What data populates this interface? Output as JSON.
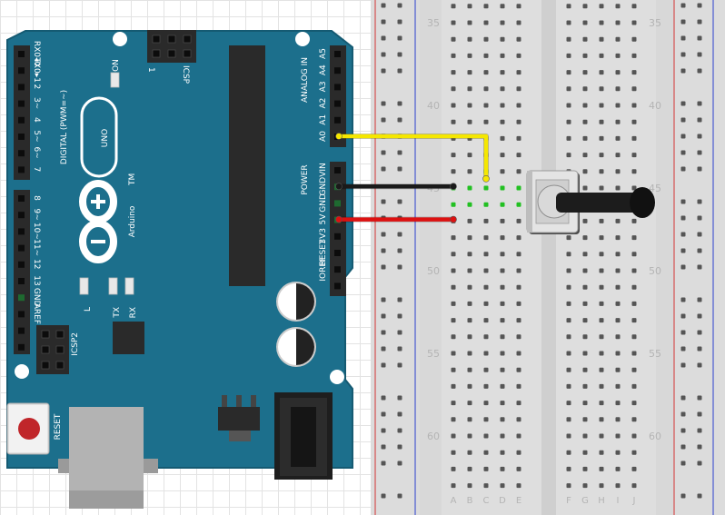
{
  "board": {
    "brand": "Arduino",
    "trademark": "TM",
    "model": "UNO",
    "digital_label": "DIGITAL (PWM=~)",
    "analog_label": "ANALOG IN",
    "power_label": "POWER",
    "icsp_label": "ICSP",
    "icsp2_label": "ICSP2",
    "reset_label": "RESET",
    "on_label": "ON",
    "led_l": "L",
    "led_tx": "TX",
    "led_rx": "RX",
    "icsp_pin1": "1",
    "digital_pins": [
      "RX0◂0",
      "TX0▸1",
      "2",
      "3~",
      "4",
      "5~",
      "6~",
      "7",
      "8",
      "9~",
      "10~",
      "11~",
      "12",
      "13",
      "GND",
      "AREF"
    ],
    "analog_pins": [
      "A5",
      "A4",
      "A3",
      "A2",
      "A1",
      "A0"
    ],
    "power_pins": [
      "VIN",
      "GND",
      "GND",
      "5V",
      "3V3",
      "RESET",
      "IOREF"
    ]
  },
  "breadboard": {
    "row_numbers": [
      "35",
      "40",
      "45",
      "50",
      "55",
      "60"
    ],
    "columns_left": [
      "A",
      "B",
      "C",
      "D",
      "E"
    ],
    "columns_right": [
      "F",
      "G",
      "H",
      "I",
      "J"
    ]
  },
  "wires": [
    {
      "from": "A0",
      "color": "#f5e700"
    },
    {
      "from": "GND",
      "color": "#1a1a1a"
    },
    {
      "from": "5V",
      "color": "#dd1111"
    }
  ],
  "component": {
    "name": "potentiometer"
  },
  "colors": {
    "board": "#1c6f8c",
    "board_edge": "#155a72",
    "header": "#2a2a2a",
    "rail_red": "#d45050",
    "rail_blue": "#4a5ad0",
    "active_hole": "#22c022"
  }
}
